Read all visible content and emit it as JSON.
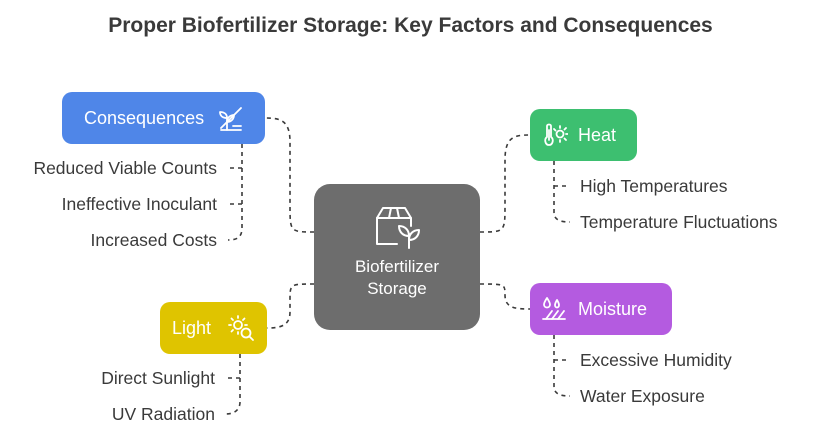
{
  "title": "Proper Biofertilizer Storage: Key Factors and Consequences",
  "center": {
    "line1": "Biofertilizer",
    "line2": "Storage",
    "icon": "box-plant-icon"
  },
  "nodes": {
    "consequences": {
      "label": "Consequences",
      "color": "#4f86e8",
      "icon": "wilting-plant-icon",
      "items": [
        "Reduced Viable Counts",
        "Ineffective Inoculant",
        "Increased Costs"
      ]
    },
    "heat": {
      "label": "Heat",
      "color": "#3dbf70",
      "icon": "thermometer-sun-icon",
      "items": [
        "High Temperatures",
        "Temperature Fluctuations"
      ]
    },
    "light": {
      "label": "Light",
      "color": "#dfc400",
      "icon": "sun-search-icon",
      "items": [
        "Direct Sunlight",
        "UV Radiation"
      ]
    },
    "moisture": {
      "label": "Moisture",
      "color": "#b45be0",
      "icon": "water-drops-icon",
      "items": [
        "Excessive Humidity",
        "Water Exposure"
      ]
    }
  },
  "center_color": "#6d6d6d"
}
